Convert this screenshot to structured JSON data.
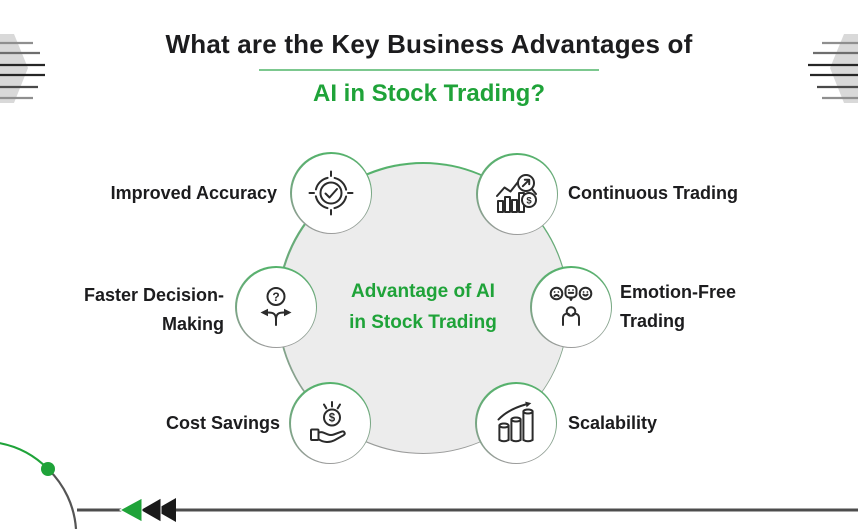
{
  "title": {
    "line1": "What are the Key Business Advantages of",
    "line2": "AI in Stock Trading?"
  },
  "hub": {
    "line1": "Advantage of AI",
    "line2": "in Stock Trading"
  },
  "advantages": [
    {
      "id": "improved-accuracy",
      "lines": [
        "Improved Accuracy"
      ],
      "icon": "target-checkmark-icon"
    },
    {
      "id": "continuous-trading",
      "lines": [
        "Continuous Trading"
      ],
      "icon": "growth-chart-magnifier-icon"
    },
    {
      "id": "faster-decision-making",
      "lines": [
        "Faster Decision-",
        "Making"
      ],
      "icon": "question-fork-arrows-icon"
    },
    {
      "id": "emotion-free-trading",
      "lines": [
        "Emotion-Free",
        "Trading"
      ],
      "icon": "emotion-bubbles-icon"
    },
    {
      "id": "cost-savings",
      "lines": [
        "Cost Savings"
      ],
      "icon": "hand-coin-icon"
    },
    {
      "id": "scalability",
      "lines": [
        "Scalability"
      ],
      "icon": "rising-cylinders-arrow-icon"
    }
  ],
  "colors": {
    "accent-green": "#1fa339",
    "border-green": "#54b26b",
    "divider-green": "#7cc88f",
    "hub-fill": "#ececec",
    "line-gray": "#4d4d4d",
    "ink": "#1c1c1e"
  }
}
